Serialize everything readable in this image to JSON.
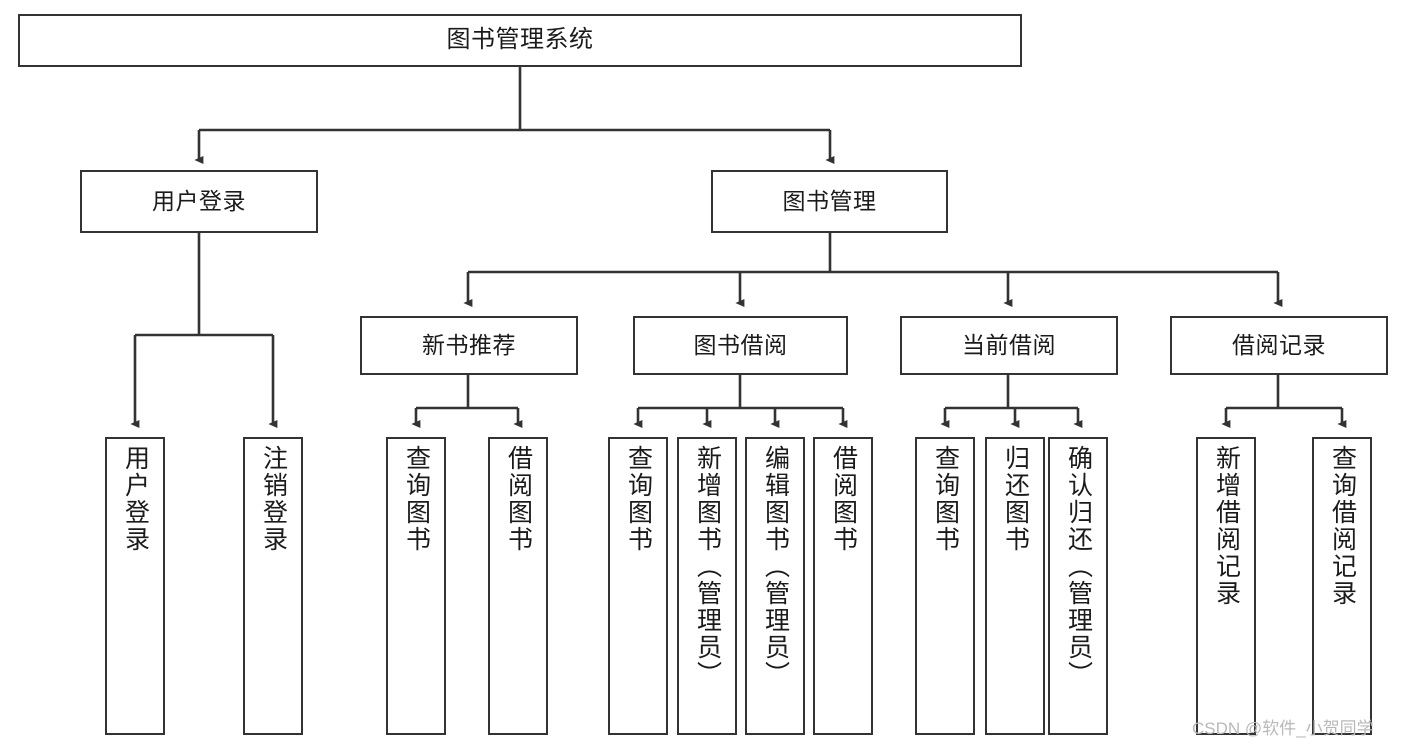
{
  "diagram": {
    "title": "图书管理系统",
    "type": "tree",
    "orientation": "top-down",
    "colors": {
      "node_border": "#333333",
      "node_fill": "#ffffff",
      "connector": "#333333",
      "text": "#1b1b1b",
      "watermark": "#b9b9b9",
      "background": "#ffffff"
    },
    "watermark": "CSDN @软件_小贺同学",
    "nodes": {
      "root": {
        "label": "图书管理系统",
        "level": 0,
        "text_direction": "horizontal"
      },
      "l1": [
        {
          "id": "user-login",
          "label": "用户登录",
          "level": 1,
          "text_direction": "horizontal"
        },
        {
          "id": "book-manage",
          "label": "图书管理",
          "level": 1,
          "text_direction": "horizontal"
        }
      ],
      "l2": [
        {
          "id": "new-book-recommend",
          "label": "新书推荐",
          "level": 2,
          "text_direction": "horizontal",
          "parent": "book-manage"
        },
        {
          "id": "book-borrow",
          "label": "图书借阅",
          "level": 2,
          "text_direction": "horizontal",
          "parent": "book-manage"
        },
        {
          "id": "current-borrow",
          "label": "当前借阅",
          "level": 2,
          "text_direction": "horizontal",
          "parent": "book-manage"
        },
        {
          "id": "borrow-record",
          "label": "借阅记录",
          "level": 2,
          "text_direction": "horizontal",
          "parent": "book-manage"
        }
      ],
      "leaves": [
        {
          "id": "leaf-user-login",
          "label": "用户登录",
          "parent": "user-login",
          "text_direction": "vertical"
        },
        {
          "id": "leaf-user-logout",
          "label": "注销登录",
          "parent": "user-login",
          "text_direction": "vertical"
        },
        {
          "id": "leaf-nb-query-book",
          "label": "查询图书",
          "parent": "new-book-recommend",
          "text_direction": "vertical"
        },
        {
          "id": "leaf-nb-borrow-book",
          "label": "借阅图书",
          "parent": "new-book-recommend",
          "text_direction": "vertical"
        },
        {
          "id": "leaf-bb-query-book",
          "label": "查询图书",
          "parent": "book-borrow",
          "text_direction": "vertical"
        },
        {
          "id": "leaf-bb-add-book",
          "label": "新增图书（管理员）",
          "parent": "book-borrow",
          "text_direction": "vertical"
        },
        {
          "id": "leaf-bb-edit-book",
          "label": "编辑图书（管理员）",
          "parent": "book-borrow",
          "text_direction": "vertical"
        },
        {
          "id": "leaf-bb-borrow-book",
          "label": "借阅图书",
          "parent": "book-borrow",
          "text_direction": "vertical"
        },
        {
          "id": "leaf-cb-query-book",
          "label": "查询图书",
          "parent": "current-borrow",
          "text_direction": "vertical"
        },
        {
          "id": "leaf-cb-return-book",
          "label": "归还图书",
          "parent": "current-borrow",
          "text_direction": "vertical"
        },
        {
          "id": "leaf-cb-confirm-return",
          "label": "确认归还（管理员）",
          "parent": "current-borrow",
          "text_direction": "vertical"
        },
        {
          "id": "leaf-br-add-record",
          "label": "新增借阅记录",
          "parent": "borrow-record",
          "text_direction": "vertical"
        },
        {
          "id": "leaf-br-query-record",
          "label": "查询借阅记录",
          "parent": "borrow-record",
          "text_direction": "vertical"
        }
      ]
    }
  }
}
